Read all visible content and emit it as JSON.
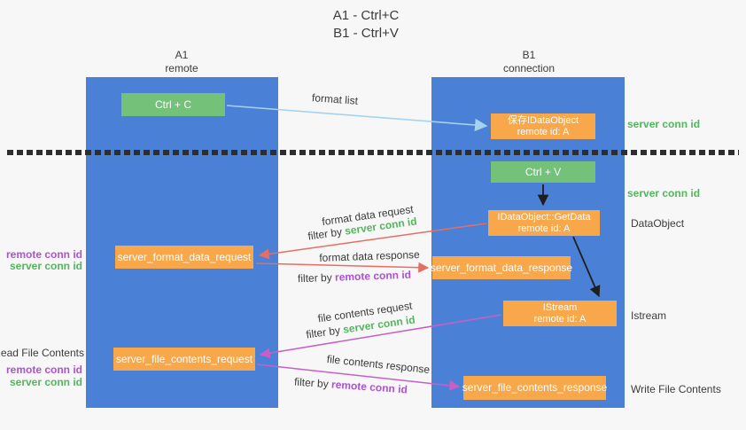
{
  "title": {
    "line1": "A1 - Ctrl+C",
    "line2": "B1 - Ctrl+V"
  },
  "columns": {
    "left": {
      "name": "A1",
      "subtitle": "remote"
    },
    "right": {
      "name": "B1",
      "subtitle": "connection"
    }
  },
  "nodes": {
    "ctrl_c": {
      "label": "Ctrl + C"
    },
    "ctrl_v": {
      "label": "Ctrl + V"
    },
    "save_dataobject": {
      "line1": "保存IDataObject",
      "line2": "remote id: A"
    },
    "getdata": {
      "line1": "IDataObject::GetData",
      "line2": "remote id: A"
    },
    "istream": {
      "line1": "IStream",
      "line2": "remote id: A"
    },
    "server_format_data_request": {
      "label": "server_format_data_request"
    },
    "server_format_data_response": {
      "label": "server_format_data_response"
    },
    "server_file_contents_request": {
      "label": "server_file_contents_request"
    },
    "server_file_contents_response": {
      "label": "server_file_contents_response"
    }
  },
  "arrow_labels": {
    "format_list": "format list",
    "format_data_request": "format data request",
    "format_data_response": "format data response",
    "file_contents_request": "file contents request",
    "file_contents_response": "file contents response"
  },
  "terms": {
    "filter_by": "filter by",
    "server_conn_id": "server conn id",
    "remote_conn_id": "remote conn id"
  },
  "side_labels": {
    "right_dataobject": "DataObject",
    "right_istream": "Istream",
    "right_write_file_contents": "Write File Contents",
    "left_read_file_contents": "Read File Contents"
  },
  "colors": {
    "background": "#f7f7f7",
    "column_blue": "#4a80d5",
    "node_green": "#74c17a",
    "node_orange": "#f8a74b",
    "arrow_blue": "#a5d2f0",
    "arrow_red": "#e76e64",
    "arrow_magenta": "#c85fc6",
    "arrow_black": "#1e1e1e",
    "text_green": "#53b65c",
    "text_purple": "#ad53cf",
    "separator_black": "#2e2e2e"
  }
}
